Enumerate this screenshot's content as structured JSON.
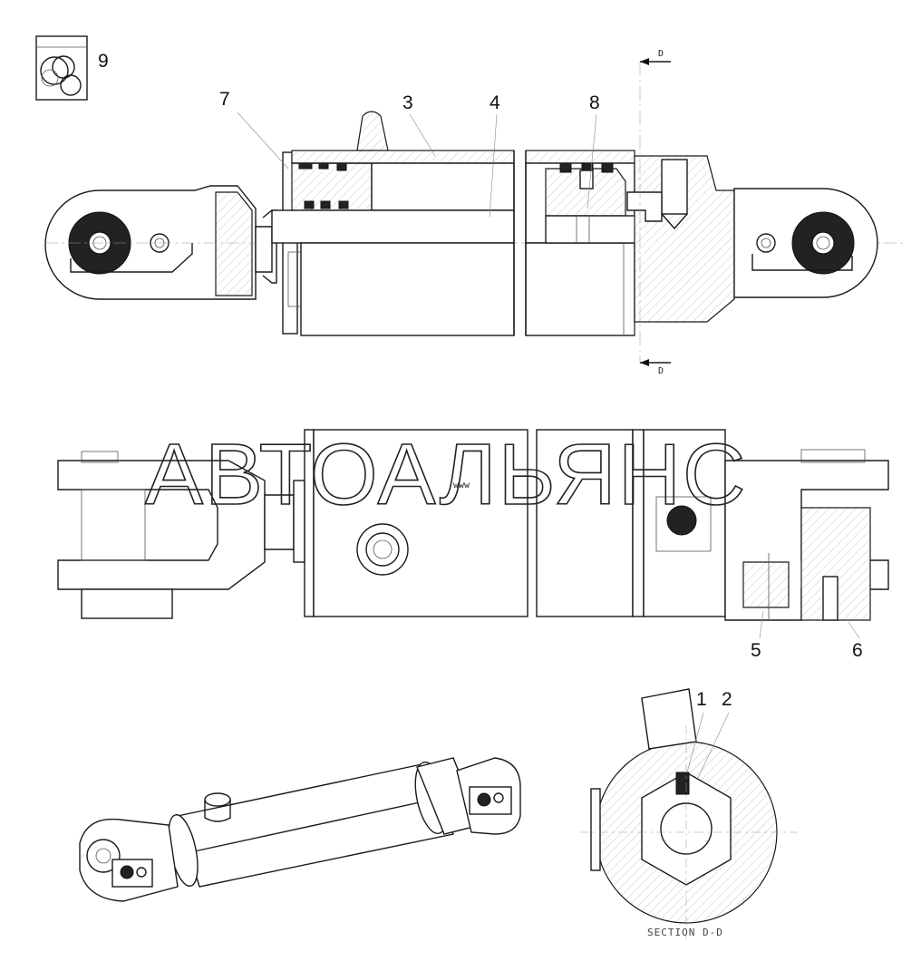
{
  "callouts": {
    "c1": "1",
    "c2": "2",
    "c3": "3",
    "c4": "4",
    "c5": "5",
    "c6": "6",
    "c7": "7",
    "c8": "8",
    "c9": "9"
  },
  "section_marker": "D",
  "section_caption": "SECTION D-D",
  "watermark": "АВТОАЛЬЯНС",
  "watermark_small": "www"
}
